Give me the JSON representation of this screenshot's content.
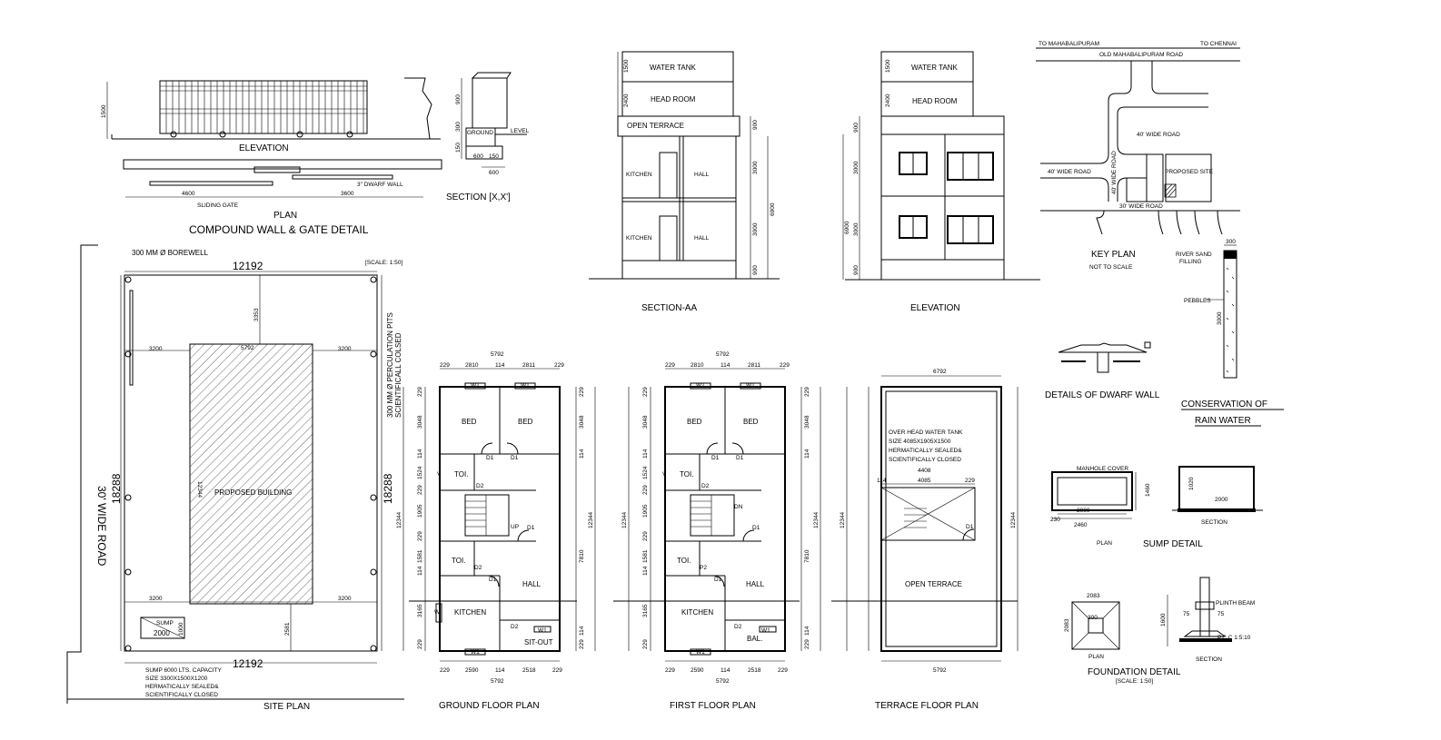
{
  "gate": {
    "height": "1500",
    "elevation": "ELEVATION",
    "dwarf_wall": "3\" DWARF WALL",
    "sliding_gate": "SLIDING GATE",
    "dim_left": "4600",
    "dim_right": "3600",
    "plan": "PLAN",
    "title": "COMPOUND WALL & GATE DETAIL"
  },
  "gate_section": {
    "ground": "GROUND",
    "level": "LEVEL",
    "d1": "900",
    "d2": "300",
    "d3": "150",
    "d4": "600",
    "d5": "150",
    "bottom": "600",
    "title": "SECTION [X,X']"
  },
  "section_aa": {
    "water_tank": "WATER TANK",
    "head_room": "HEAD ROOM",
    "open_terrace": "OPEN TERRACE",
    "kitchen": "KITCHEN",
    "hall": "HALL",
    "d_tank": "1500",
    "d_head": "2400",
    "d_par": "900",
    "d_f2": "3000",
    "d_f1": "3000",
    "d_plinth": "900",
    "total": "6900",
    "title": "SECTION-AA"
  },
  "elevation": {
    "water_tank": "WATER TANK",
    "head_room": "HEAD ROOM",
    "d_tank": "1500",
    "d_head": "2400",
    "d_par": "900",
    "d_f2": "3000",
    "d_f1": "3000",
    "d_plinth": "900",
    "total": "6900",
    "title": "ELEVATION"
  },
  "key_plan": {
    "to_mahabalipuram": "TO MAHABALIPURAM",
    "to_chennai": "TO CHENNAI",
    "old_road": "OLD MAHABALIPURAM ROAD",
    "road40_a": "40' WIDE ROAD",
    "road40_b": "40' WIDE ROAD",
    "road40_v": "40' WIDE ROAD",
    "road30": "30' WIDE ROAD",
    "proposed_site": "PROPOSED SITE",
    "title": "KEY PLAN",
    "note": "NOT TO SCALE"
  },
  "rain": {
    "river_sand": "RIVER SAND",
    "filling": "FILLING",
    "pebbles": "PEBBLES",
    "width": "300",
    "depth": "3000",
    "title1": "CONSERVATION OF",
    "title2": "RAIN WATER"
  },
  "dwarf": {
    "title": "DETAILS OF DWARF WALL"
  },
  "site": {
    "borewell": "300 MM Ø BOREWELL",
    "scale": "[SCALE: 1:50]",
    "width_top": "12192",
    "width_bottom": "12192",
    "setback_top": "3353",
    "setback_left": "3200",
    "setback_right": "3200",
    "bw": "5792",
    "bd": "12344",
    "len_left": "18288",
    "len_right": "18288",
    "road": "30' WIDE ROAD",
    "proposed_building": "PROPOSED BUILDING",
    "perc1": "300 MM Ø PERCULATION PITS",
    "perc2": "SCIENTIFICALL COLSED",
    "bottom_left": "3200",
    "bottom_right": "3200",
    "front": "2581",
    "sump": "SUMP",
    "sump_w": "2000",
    "sump_h": "1000",
    "note1": "SUMP 6000 LTS. CAPACITY",
    "note2": "SIZE 3300X1500X1200",
    "note3": "HERMATICALLY SEALED&",
    "note4": "SCIENTIFICALLY CLOSED",
    "title": "SITE PLAN"
  },
  "ground": {
    "top_total": "5792",
    "t1": "229",
    "t2": "2810",
    "t3": "114",
    "t4": "2811",
    "t5": "229",
    "bed": "BED",
    "toi": "TOI.",
    "kitchen": "KITCHEN",
    "hall": "HALL",
    "sitout": "SIT-OUT",
    "up": "UP",
    "d1": "D1",
    "d2": "D2",
    "w1": "W1",
    "w": "W",
    "v": "V",
    "left_dims": [
      "229",
      "3048",
      "114",
      "1524",
      "229",
      "1905",
      "229",
      "1581",
      "114",
      "3165",
      "229"
    ],
    "right_dims": [
      "229",
      "3048",
      "114",
      "7810",
      "114",
      "229"
    ],
    "total": "12344",
    "bot_total": "5792",
    "b1": "229",
    "b2": "2590",
    "b3": "114",
    "b4": "2518",
    "b5": "229",
    "title": "GROUND FLOOR PLAN"
  },
  "first": {
    "top_total": "5792",
    "t1": "229",
    "t2": "2810",
    "t3": "114",
    "t4": "2811",
    "t5": "229",
    "bed": "BED",
    "toi": "TOI.",
    "kitchen": "KITCHEN",
    "hall": "HALL",
    "bal": "BAL.",
    "dn": "DN",
    "d1": "D1",
    "d2": "D2",
    "p2": "P2",
    "w1": "W1",
    "v": "V",
    "total": "12344",
    "bot_total": "5792",
    "b1": "229",
    "b2": "2590",
    "b3": "114",
    "b4": "2518",
    "b5": "229",
    "title": "FIRST FLOOR PLAN"
  },
  "terrace": {
    "top_total": "6792",
    "t1": "114",
    "t2": "4085",
    "t3": "229",
    "mid": "4408",
    "tank1": "OVER HEAD WATER TANK",
    "tank2": "SIZE 4085X1905X1500",
    "tank3": "HERMATICALLY SEALED&",
    "tank4": "SCIENTIFICALLY CLOSED",
    "open": "OPEN TERRACE",
    "d1": "D1",
    "total": "12344",
    "bot_total": "5792",
    "title": "TERRACE FLOOR PLAN"
  },
  "sump": {
    "cover": "MANHOLE COVER",
    "plan": "PLAN",
    "section": "SECTION",
    "title": "SUMP DETAIL",
    "w_outer": "2460",
    "w_inner": "2000",
    "h": "1460",
    "side": "230",
    "sec_w": "2000",
    "sec_h": "1020"
  },
  "foundation": {
    "size": "2083",
    "inner": "300",
    "plan": "PLAN",
    "section": "SECTION",
    "h": "1600",
    "title": "FOUNDATION DETAIL",
    "scale": "[SCALE: 1:50]",
    "a": "75",
    "b": "75",
    "pcc": "P.C.C 1:5:10",
    "plinth": "PLINTH BEAM"
  },
  "colors": {
    "line": "#000000",
    "background": "#ffffff"
  }
}
